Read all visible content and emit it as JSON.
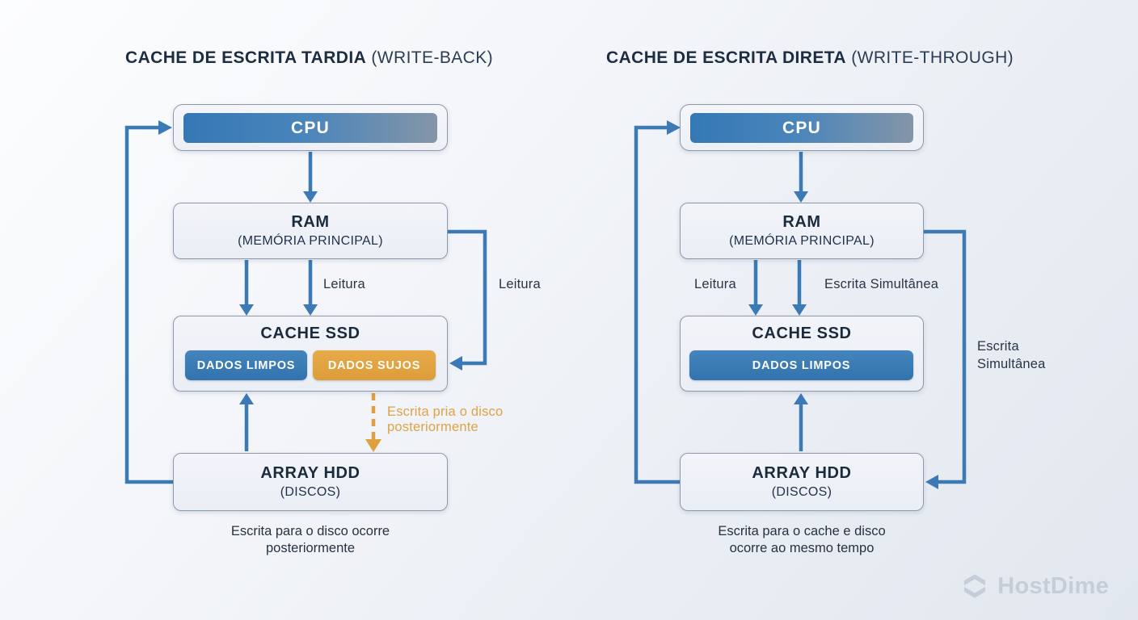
{
  "colors": {
    "arrow_blue": "#3b7ab5",
    "arrow_orange": "#dfa040",
    "pill_blue": "#3a7cb6",
    "pill_orange": "#e2a342",
    "dark_text": "#1d2c40",
    "box_fill": "#eef1f6",
    "box_border": "#8e99aa",
    "logo_gray": "#c7cdd8"
  },
  "left": {
    "title_bold": "CACHE DE ESCRITA TARDIA",
    "title_light": " (WRITE-BACK)",
    "cpu_label": "CPU",
    "ram_title": "RAM",
    "ram_subtitle": "(MEMÓRIA PRINCIPAL)",
    "cache_title": "CACHE SSD",
    "pill_clean": "DADOS LIMPOS",
    "pill_dirty": "DADOS SUJOS",
    "hdd_title": "ARRAY HDD",
    "hdd_subtitle": "(DISCOS)",
    "label_leitura_inner": "Leitura",
    "label_leitura_outer": "Leitura",
    "label_write_later_line1": "Escrita pria o disco",
    "label_write_later_line2": "posteriormente",
    "caption_line1": "Escrita para o disco ocorre",
    "caption_line2": "posteriormente"
  },
  "right": {
    "title_bold": "CACHE DE ESCRITA DIRETA",
    "title_light": " (WRITE-THROUGH)",
    "cpu_label": "CPU",
    "ram_title": "RAM",
    "ram_subtitle": "(MEMÓRIA PRINCIPAL)",
    "cache_title": "CACHE SSD",
    "pill_clean": "DADOS LIMPOS",
    "hdd_title": "ARRAY HDD",
    "hdd_subtitle": "(DISCOS)",
    "label_leitura": "Leitura",
    "label_escrita_simultanea": "Escrita Simultânea",
    "label_side_line1": "Escrita",
    "label_side_line2": "Simultânea",
    "caption_line1": "Escrita para o cache e disco",
    "caption_line2": "ocorre ao mesmo tempo"
  },
  "logo": {
    "text": "HostDime"
  }
}
